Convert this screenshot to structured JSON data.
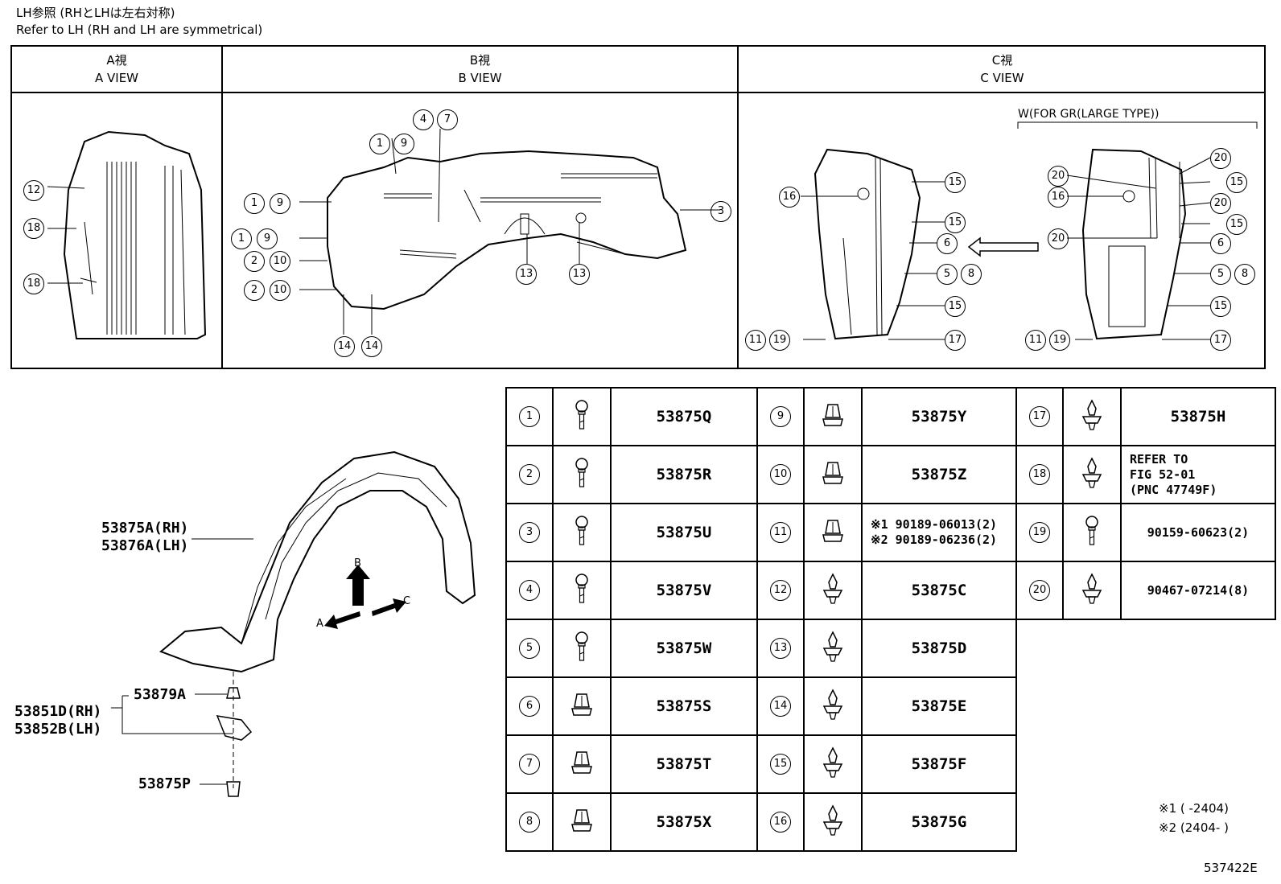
{
  "header": {
    "line1": "LH参照 (RHとLHは左右対称)",
    "line2": "Refer to LH (RH and LH are symmetrical)"
  },
  "views": [
    {
      "jp": "A視",
      "en": "A VIEW"
    },
    {
      "jp": "B視",
      "en": "B VIEW"
    },
    {
      "jp": "C視",
      "en": "C VIEW"
    }
  ],
  "view_a_callouts": [
    "12",
    "18",
    "18"
  ],
  "view_b_callouts": [
    "1",
    "9",
    "4",
    "7",
    "1",
    "9",
    "1",
    "9",
    "2",
    "10",
    "2",
    "10",
    "3",
    "13",
    "13",
    "14",
    "14"
  ],
  "view_c_callouts": [
    "16",
    "15",
    "15",
    "6",
    "5",
    "8",
    "15",
    "11",
    "19",
    "17"
  ],
  "view_c_right_callouts": [
    "20",
    "15",
    "20",
    "16",
    "20",
    "15",
    "20",
    "6",
    "5",
    "8",
    "15",
    "11",
    "19",
    "17"
  ],
  "view_c_note": "W(FOR GR(LARGE TYPE))",
  "assembly": {
    "liner": [
      "53875A(RH)",
      "53876A(LH)"
    ],
    "bracket": [
      "53851D(RH)",
      "53852B(LH)"
    ],
    "clip": "53879A",
    "bolt": "53875P",
    "axes": {
      "a": "A",
      "b": "B",
      "c": "C"
    }
  },
  "parts": [
    [
      {
        "n": "1",
        "p": "53875Q",
        "i": "bolt"
      },
      {
        "n": "9",
        "p": "53875Y",
        "i": "nut"
      },
      {
        "n": "17",
        "p": "53875H",
        "i": "clip"
      }
    ],
    [
      {
        "n": "2",
        "p": "53875R",
        "i": "bolt"
      },
      {
        "n": "10",
        "p": "53875Z",
        "i": "nut"
      },
      {
        "n": "18",
        "p": "REFER TO\nFIG 52-01\n(PNC 47749F)",
        "i": "clip"
      }
    ],
    [
      {
        "n": "3",
        "p": "53875U",
        "i": "bolt"
      },
      {
        "n": "11",
        "p": "※1 90189-06013(2)\n※2 90189-06236(2)",
        "i": "nut"
      },
      {
        "n": "19",
        "p": "90159-60623(2)",
        "i": "bolt"
      }
    ],
    [
      {
        "n": "4",
        "p": "53875V",
        "i": "bolt"
      },
      {
        "n": "12",
        "p": "53875C",
        "i": "clip"
      },
      {
        "n": "20",
        "p": "90467-07214(8)",
        "i": "clip"
      }
    ],
    [
      {
        "n": "5",
        "p": "53875W",
        "i": "bolt"
      },
      {
        "n": "13",
        "p": "53875D",
        "i": "clip"
      }
    ],
    [
      {
        "n": "6",
        "p": "53875S",
        "i": "nut"
      },
      {
        "n": "14",
        "p": "53875E",
        "i": "clip"
      }
    ],
    [
      {
        "n": "7",
        "p": "53875T",
        "i": "nut"
      },
      {
        "n": "15",
        "p": "53875F",
        "i": "clip"
      }
    ],
    [
      {
        "n": "8",
        "p": "53875X",
        "i": "nut"
      },
      {
        "n": "16",
        "p": "53875G",
        "i": "clip"
      }
    ]
  ],
  "footnotes": [
    "※1 (      -2404)",
    "※2 (2404-      )"
  ],
  "figure_id": "537422E"
}
